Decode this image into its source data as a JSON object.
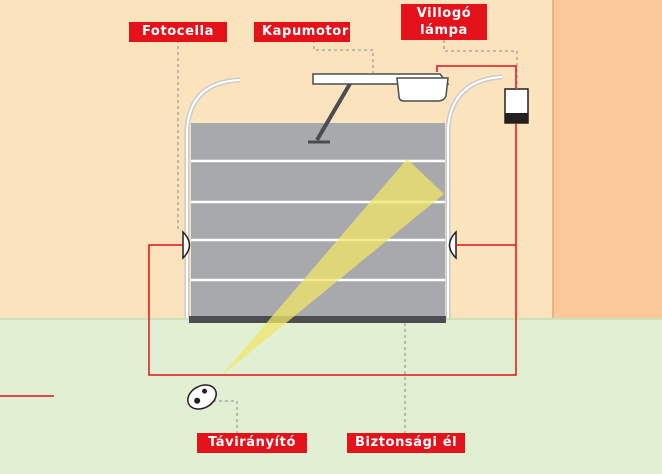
{
  "labels": {
    "photocell": "Fotocella",
    "gate_motor": "Kapumotor",
    "flashing_lamp_line1": "Villogó",
    "flashing_lamp_line2": "lámpa",
    "remote_control": "Távirányító",
    "safety_edge": "Biztonsági él"
  },
  "colors": {
    "wall": "#fbe3bd",
    "side_wall": "#f9c99a",
    "floor": "#e1f0d2",
    "door": "#a7a9ac",
    "label_bg": "#e3121b",
    "wire": "#e3121b",
    "light_beam": "#f2e56a"
  }
}
